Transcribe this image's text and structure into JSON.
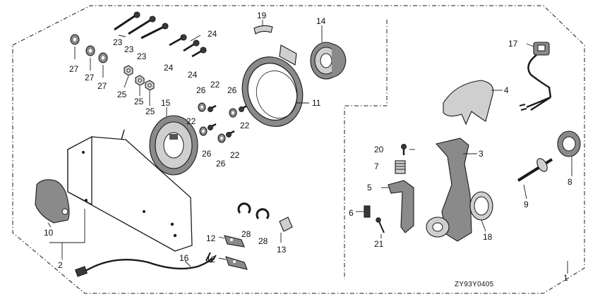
{
  "diagram_code": "ZY93Y0405",
  "callouts": {
    "c1": "1",
    "c2": "2",
    "c3": "3",
    "c4": "4",
    "c5": "5",
    "c6": "6",
    "c7": "7",
    "c8": "8",
    "c9": "9",
    "c10": "10",
    "c11": "11",
    "c12a": "12",
    "c12b": "12",
    "c13": "13",
    "c14": "14",
    "c15": "15",
    "c16": "16",
    "c17": "17",
    "c18": "18",
    "c19": "19",
    "c20": "20",
    "c21": "21",
    "c22a": "22",
    "c22b": "22",
    "c22c": "22",
    "c22d": "22",
    "c23a": "23",
    "c23b": "23",
    "c23c": "23",
    "c24a": "24",
    "c24b": "24",
    "c24c": "24",
    "c25a": "25",
    "c25b": "25",
    "c25c": "25",
    "c26a": "26",
    "c26b": "26",
    "c26c": "26",
    "c26d": "26",
    "c27a": "27",
    "c27b": "27",
    "c27c": "27",
    "c28a": "28",
    "c28b": "28"
  }
}
